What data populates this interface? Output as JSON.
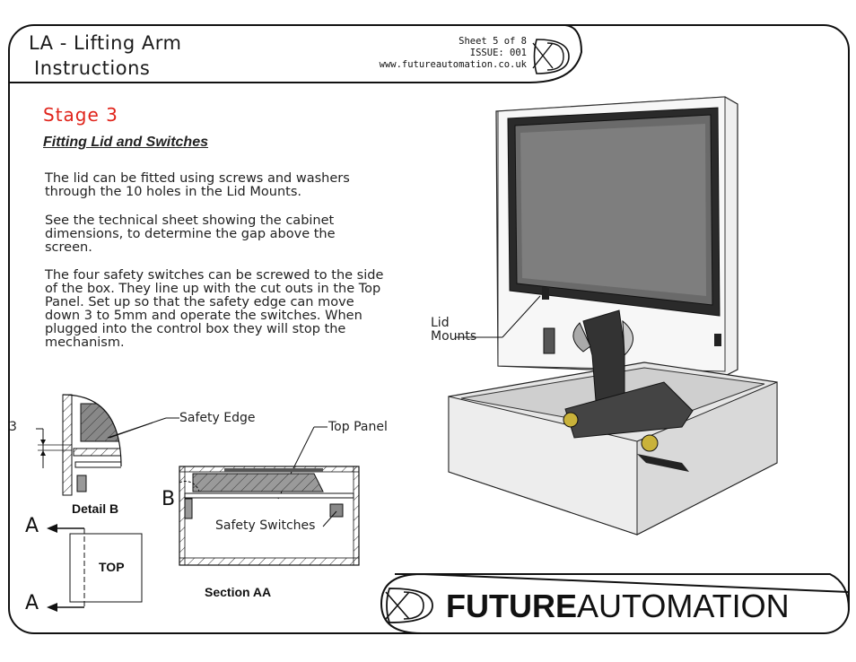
{
  "header": {
    "title_line1": "LA - Lifting Arm",
    "title_line2": "Instructions",
    "sheet": "Sheet 5 of 8",
    "issue": "ISSUE: 001",
    "website": "www.futureautomation.co.uk"
  },
  "stage": {
    "title": "Stage 3",
    "subtitle": "Fitting Lid and Switches"
  },
  "paragraphs": [
    "The lid can be fitted using screws and washers through the 10 holes in the Lid Mounts.",
    "See the technical sheet showing the cabinet dimensions, to determine the gap above the screen.",
    "The four safety switches can be screwed to the side of the box. They line up with the cut outs in the Top Panel. Set up so that the safety edge can move down 3 to 5mm and operate the switches. When plugged into the control box they will stop the mechanism."
  ],
  "drawing_labels": {
    "lid_mounts_1": "Lid",
    "lid_mounts_2": "Mounts",
    "dimension": "3",
    "safety_edge": "Safety Edge",
    "top_panel": "Top Panel",
    "detail_b": "Detail B",
    "detail_marker": "B",
    "safety_switches": "Safety Switches",
    "section_aa": "Section AA",
    "section_marker_top": "A",
    "section_marker_bottom": "A",
    "top_view": "TOP"
  },
  "brand": {
    "bold": "FUTURE",
    "regular": "AUTOMATION"
  },
  "colors": {
    "stage_title": "#e0241b",
    "frame": "#111111",
    "screen_bezel": "#2a2a2a"
  }
}
